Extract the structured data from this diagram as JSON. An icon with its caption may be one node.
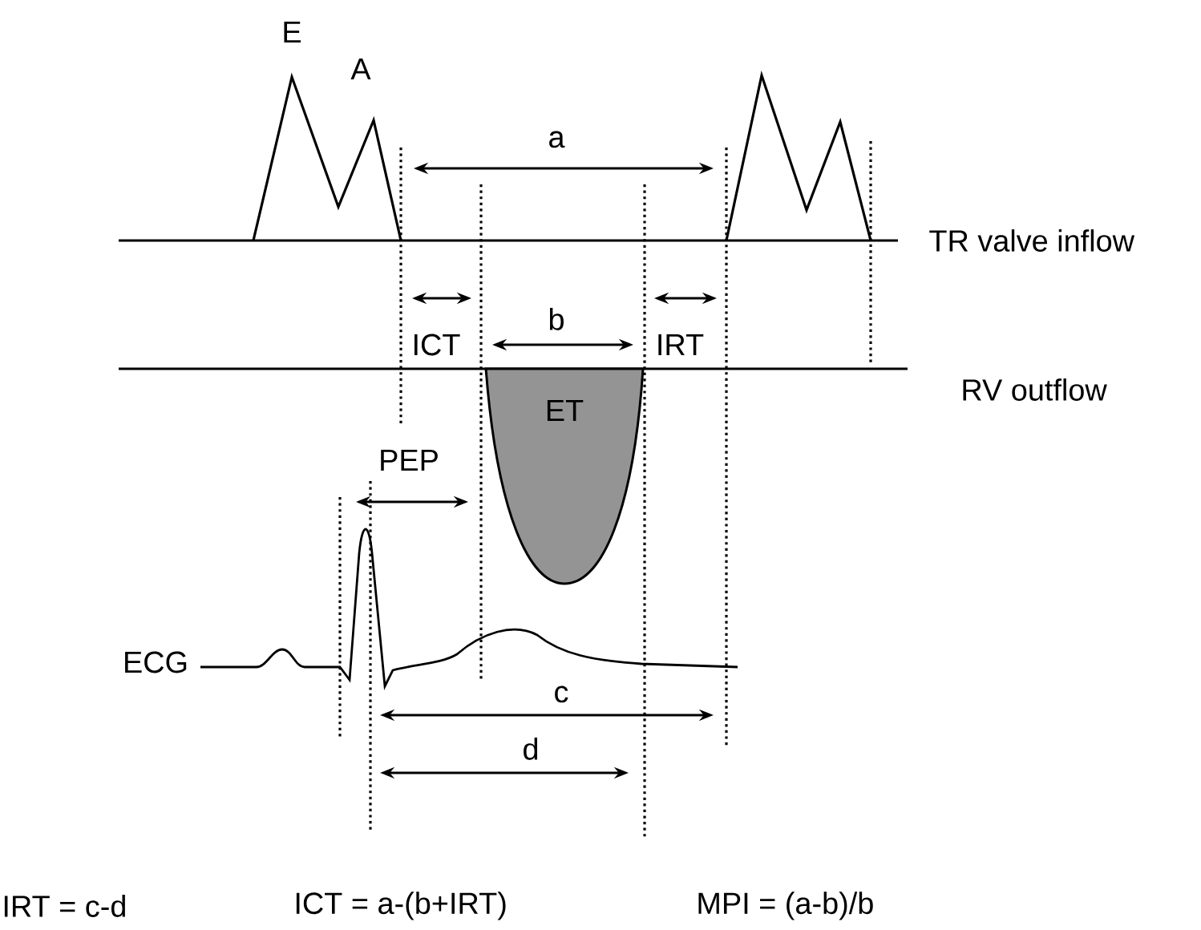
{
  "diagram": {
    "nodes": [
      {
        "text": [
          "ET"
        ]
      }
    ],
    "labels": [
      "E",
      "A",
      "a",
      "TR valve inflow",
      "ICT",
      "b",
      "IRT",
      "RV outflow",
      "PEP",
      "ECG",
      "c",
      "d",
      "IRT = c-d",
      "ICT = a-(b+IRT)",
      "MPI = (a-b)/b"
    ]
  }
}
